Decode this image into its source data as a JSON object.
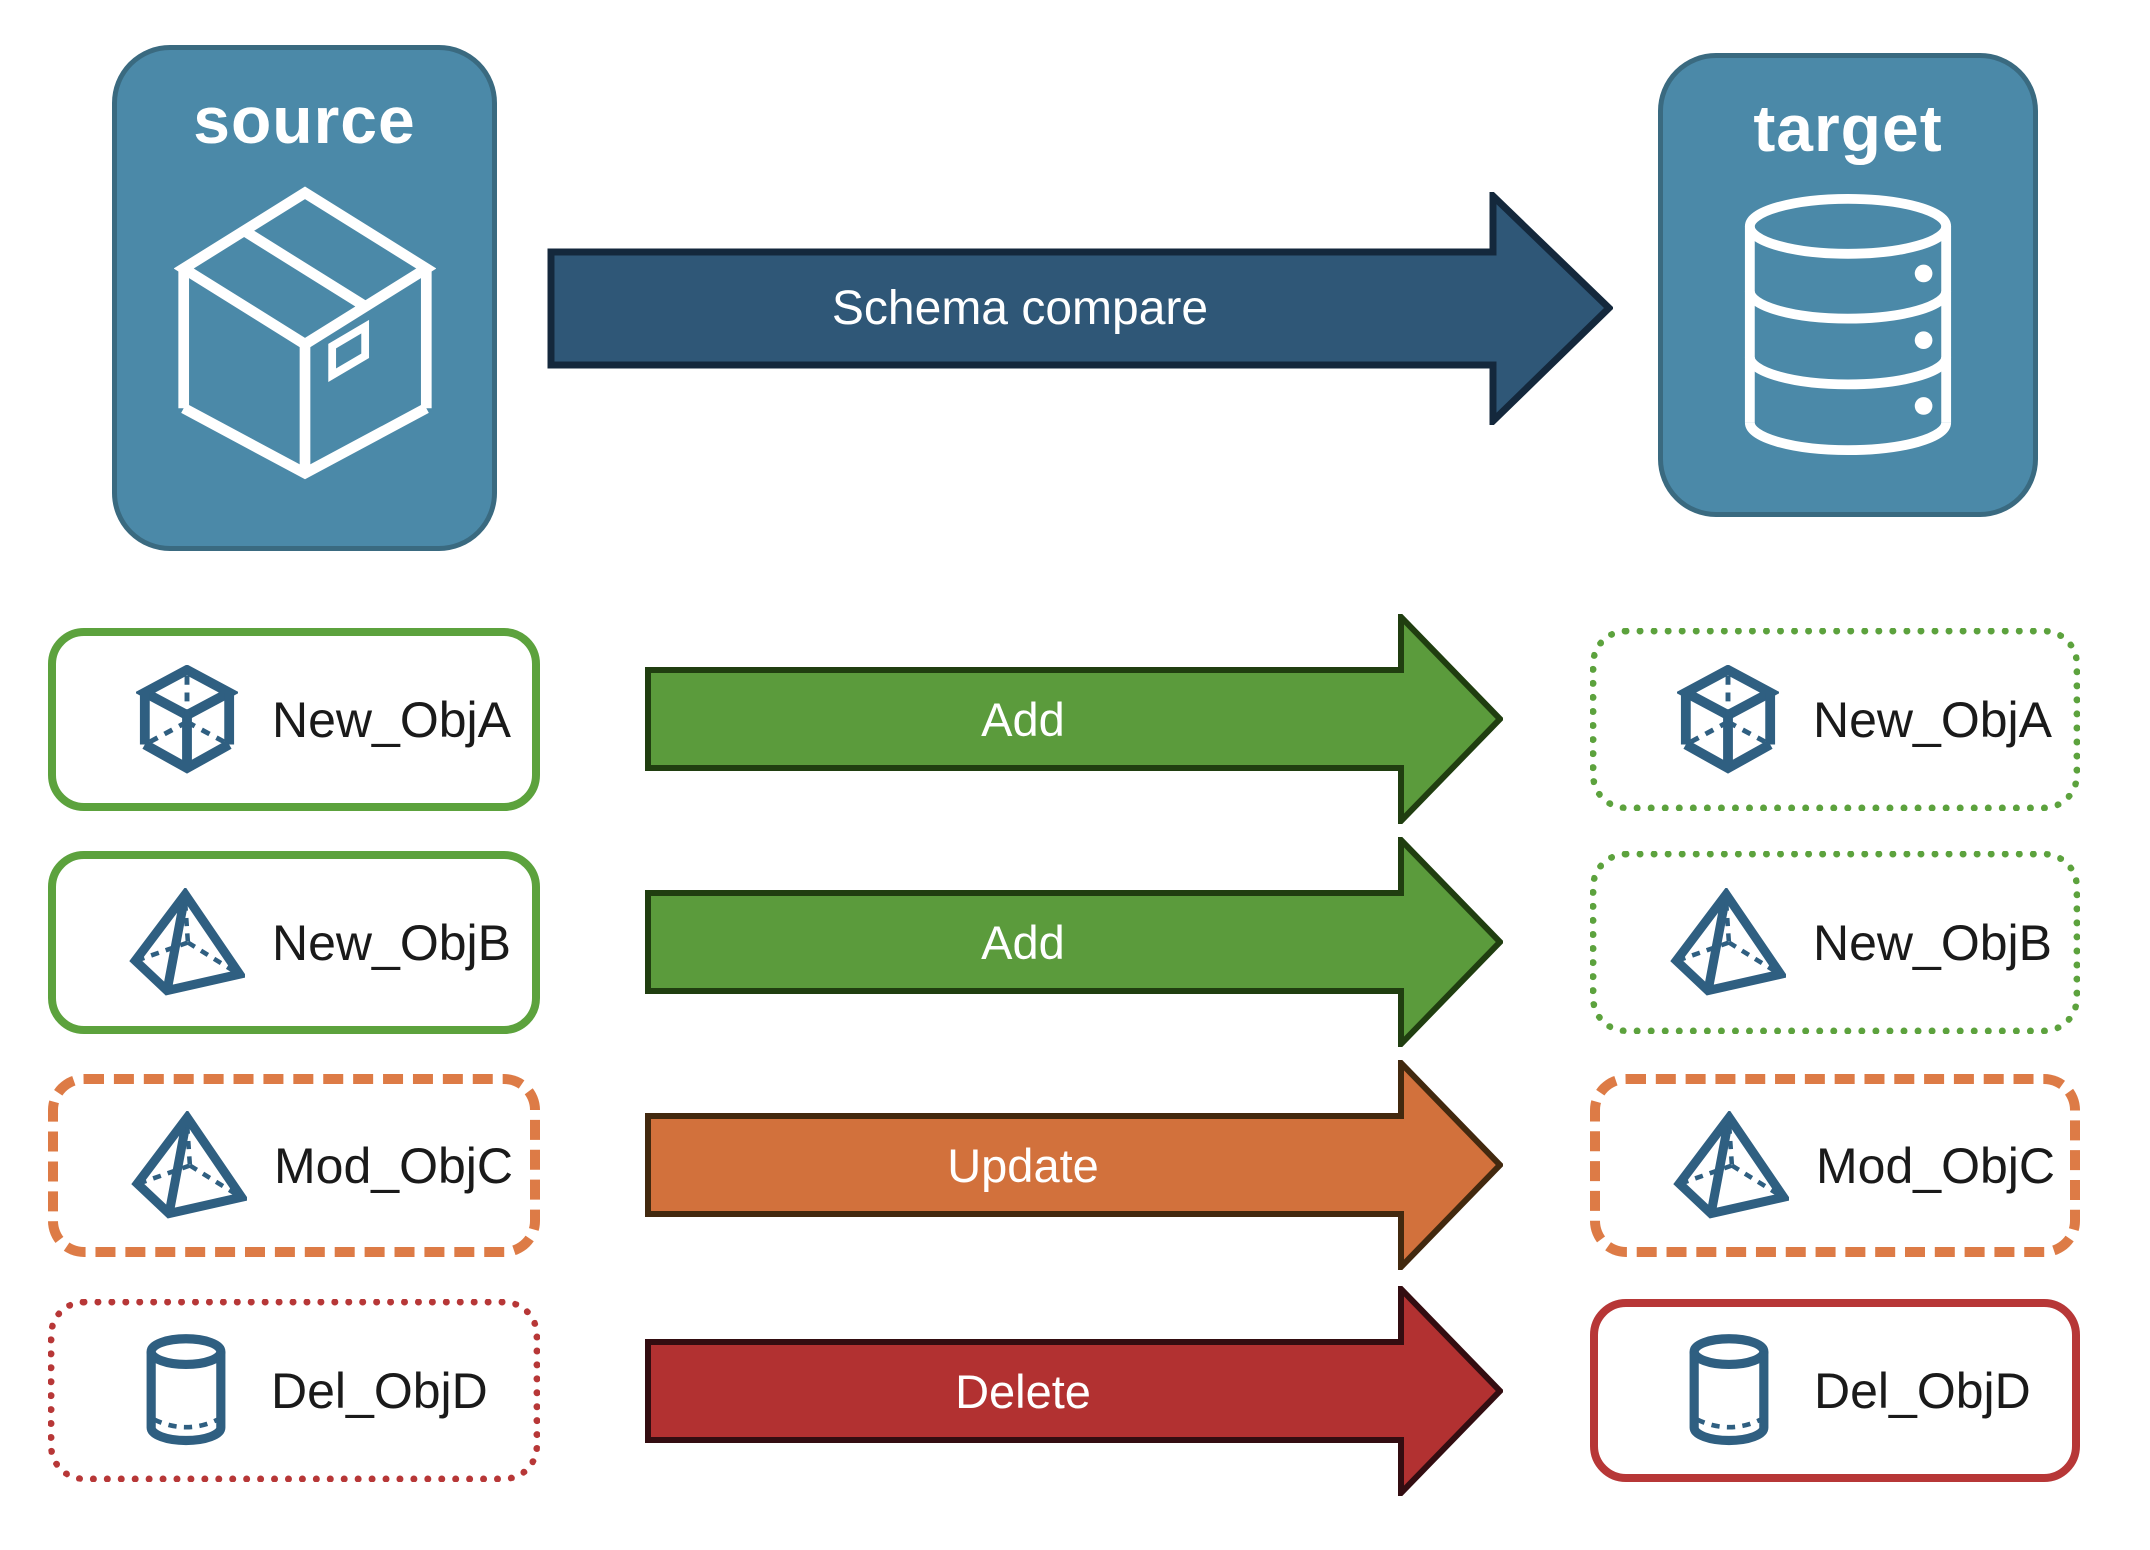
{
  "panels": {
    "source": {
      "title": "source",
      "icon": "package-icon"
    },
    "target": {
      "title": "target",
      "icon": "database-icon"
    }
  },
  "compare_arrow": {
    "label": "Schema compare"
  },
  "rows": [
    {
      "object": "New_ObjA",
      "icon": "cube-icon",
      "action": "Add",
      "change_type": "add"
    },
    {
      "object": "New_ObjB",
      "icon": "pyramid-icon",
      "action": "Add",
      "change_type": "add"
    },
    {
      "object": "Mod_ObjC",
      "icon": "pyramid-icon",
      "action": "Update",
      "change_type": "update"
    },
    {
      "object": "Del_ObjD",
      "icon": "cylinder-icon",
      "action": "Delete",
      "change_type": "delete"
    }
  ],
  "colors": {
    "panel_fill": "#4B89A8",
    "panel_border": "#3A6A80",
    "compare_fill": "#2F5777",
    "compare_border": "#14283C",
    "add_fill": "#5B9B3C",
    "add_border": "#203E10",
    "add_box_border": "#5CA23D",
    "update_fill": "#D2713C",
    "update_border": "#42290F",
    "update_box_border": "#DD7B46",
    "delete_fill": "#B23131",
    "delete_border": "#330D11",
    "delete_box_border": "#B73737",
    "icon_stroke": "#2F5F81",
    "label_text": "#1A1A1A",
    "arrow_text": "#FFFFFF"
  }
}
